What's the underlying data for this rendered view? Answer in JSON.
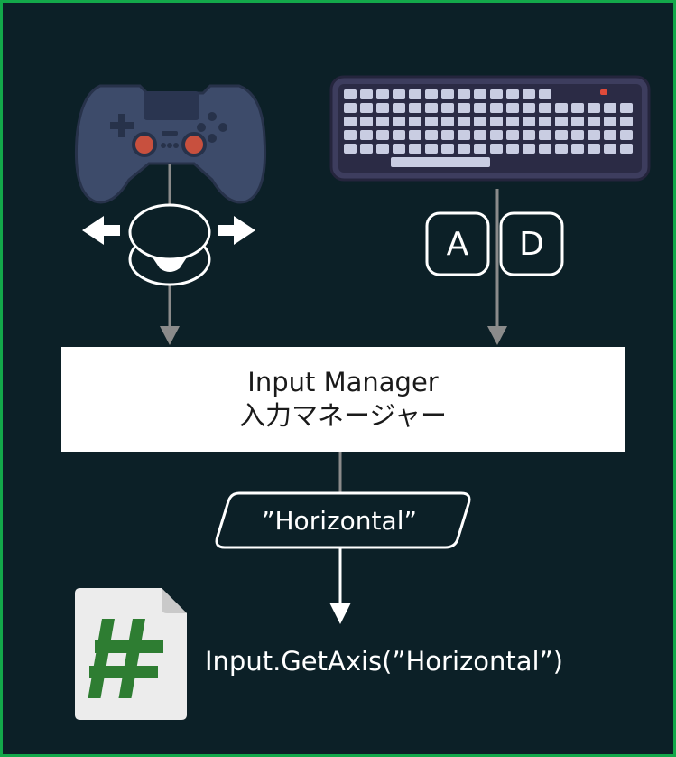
{
  "input_keys": [
    "A",
    "D"
  ],
  "manager": {
    "title_en": "Input Manager",
    "title_ja": "入力マネージャー"
  },
  "axis_name": "”Horizontal”",
  "code": "Input.GetAxis(”Horizontal”)",
  "icons": {
    "gamepad": "gamepad-icon",
    "keyboard": "keyboard-icon",
    "joystick": "analog-stick-icon",
    "file": "csharp-file-icon"
  },
  "colors": {
    "background": "#0c2027",
    "border": "#13a84a",
    "connector": "#8b8b8b",
    "device_body": "#3d4b6a",
    "hash": "#2e7d32"
  }
}
